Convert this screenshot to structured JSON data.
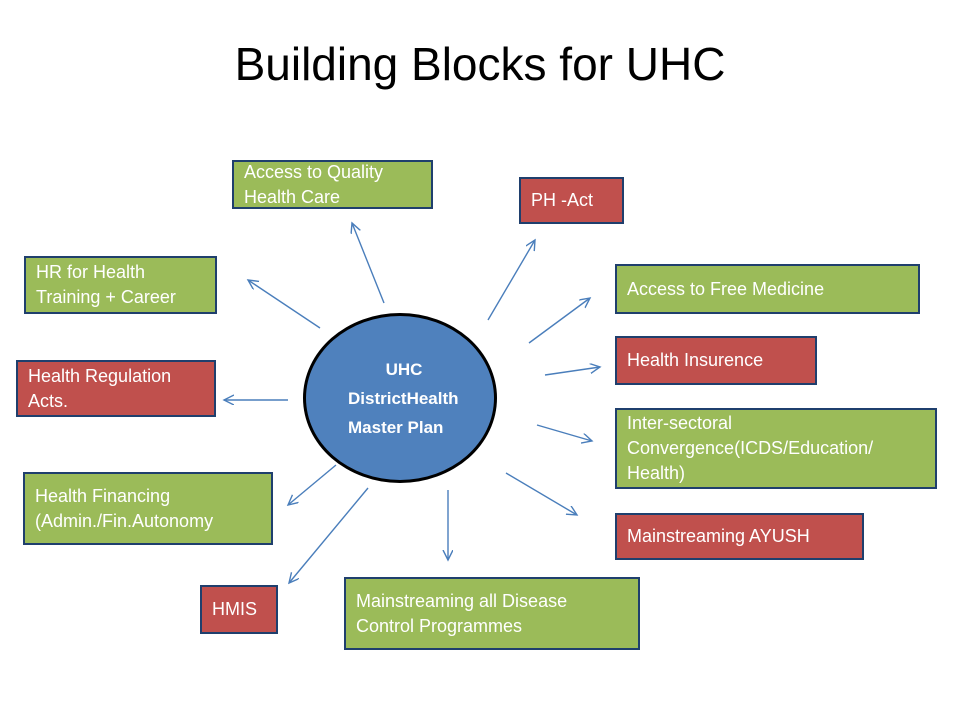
{
  "title": "Building Blocks for UHC",
  "hub": {
    "line1": "UHC",
    "line2": "DistrictHealth",
    "line3": "Master Plan"
  },
  "blocks": {
    "access_quality": "Access to Quality Health Care",
    "ph_act": "PH -Act",
    "hr_health": "HR for Health Training + Career",
    "free_medicine": "Access to Free Medicine",
    "health_insurance": "Health Insurence",
    "health_regulation": "Health Regulation Acts.",
    "inter_sectoral": "Inter-sectoral Convergence(ICDS/Education/ Health)",
    "health_financing": "Health Financing (Admin./Fin.Autonomy",
    "mainstreaming_ayush": "Mainstreaming AYUSH",
    "hmis": "HMIS",
    "disease_control": "Mainstreaming all Disease Control Programmes"
  },
  "colors": {
    "green_block": "#9bbb59",
    "red_block": "#c0504d",
    "hub_fill": "#4f81bd",
    "arrow": "#4a7ebb"
  }
}
